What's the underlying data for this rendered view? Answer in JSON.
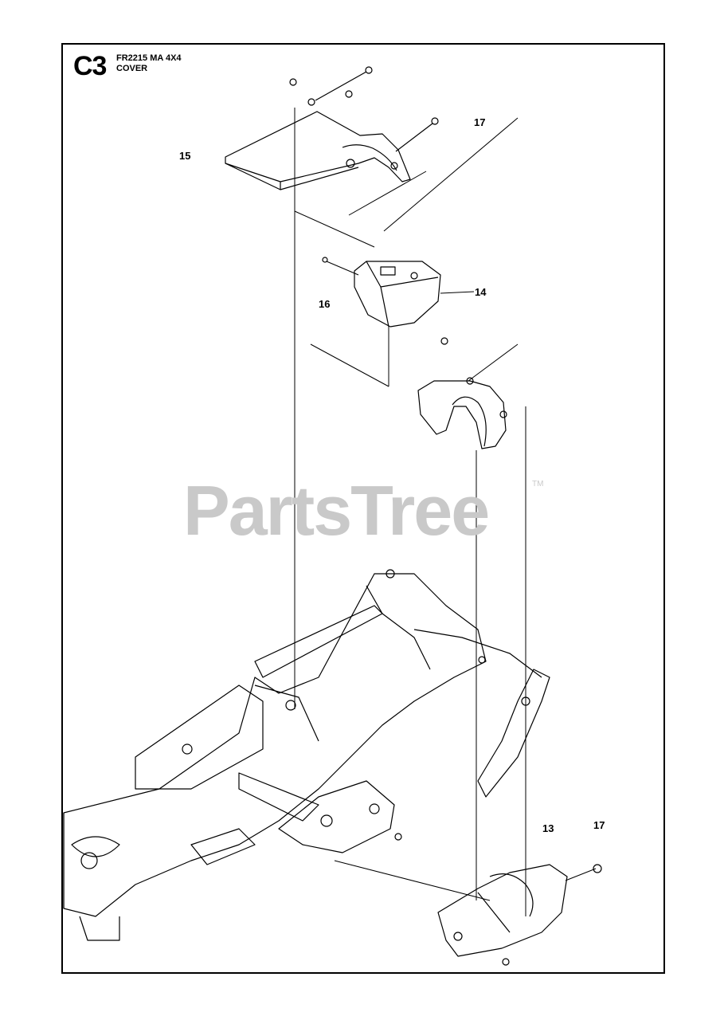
{
  "header": {
    "code": "C3",
    "model": "FR2215 MA 4X4",
    "section": "COVER"
  },
  "callouts": [
    {
      "id": "c15",
      "label": "15"
    },
    {
      "id": "c17a",
      "label": "17"
    },
    {
      "id": "c14",
      "label": "14"
    },
    {
      "id": "c16",
      "label": "16"
    },
    {
      "id": "c13",
      "label": "13"
    },
    {
      "id": "c17b",
      "label": "17"
    }
  ],
  "watermark": {
    "text": "PartsTree",
    "tm": "TM",
    "color": "#c9c9c9"
  }
}
